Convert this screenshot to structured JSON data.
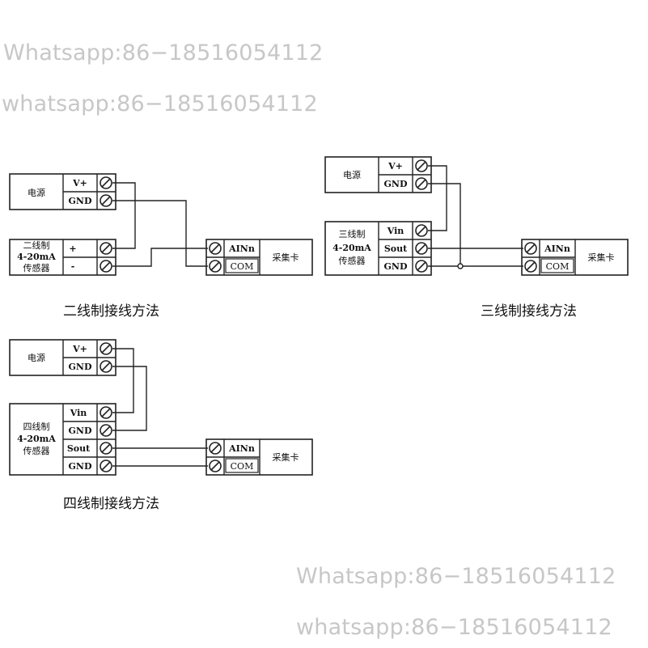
{
  "watermarks": [
    "Whatsapp:86−18516054112",
    "whatsapp:86−18516054112",
    "Whatsapp:86−18516054112",
    "whatsapp:86−18516054112"
  ],
  "captions": {
    "two_wire": "二线制接线方法",
    "three_wire": "三线制接线方法",
    "four_wire": "四线制接线方法"
  },
  "labels": {
    "power": "电源",
    "daq": "采集卡",
    "sensor_2w": [
      "二线制",
      "4-20mA",
      "传感器"
    ],
    "sensor_3w": [
      "三线制",
      "4-20mA",
      "传感器"
    ],
    "sensor_4w": [
      "四线制",
      "4-20mA",
      "传感器"
    ]
  },
  "terminals": {
    "v_plus": "V+",
    "gnd": "GND",
    "plus": "+",
    "minus": "-",
    "vin": "Vin",
    "sout": "Sout",
    "ainn": "AINn",
    "com": "COM"
  }
}
